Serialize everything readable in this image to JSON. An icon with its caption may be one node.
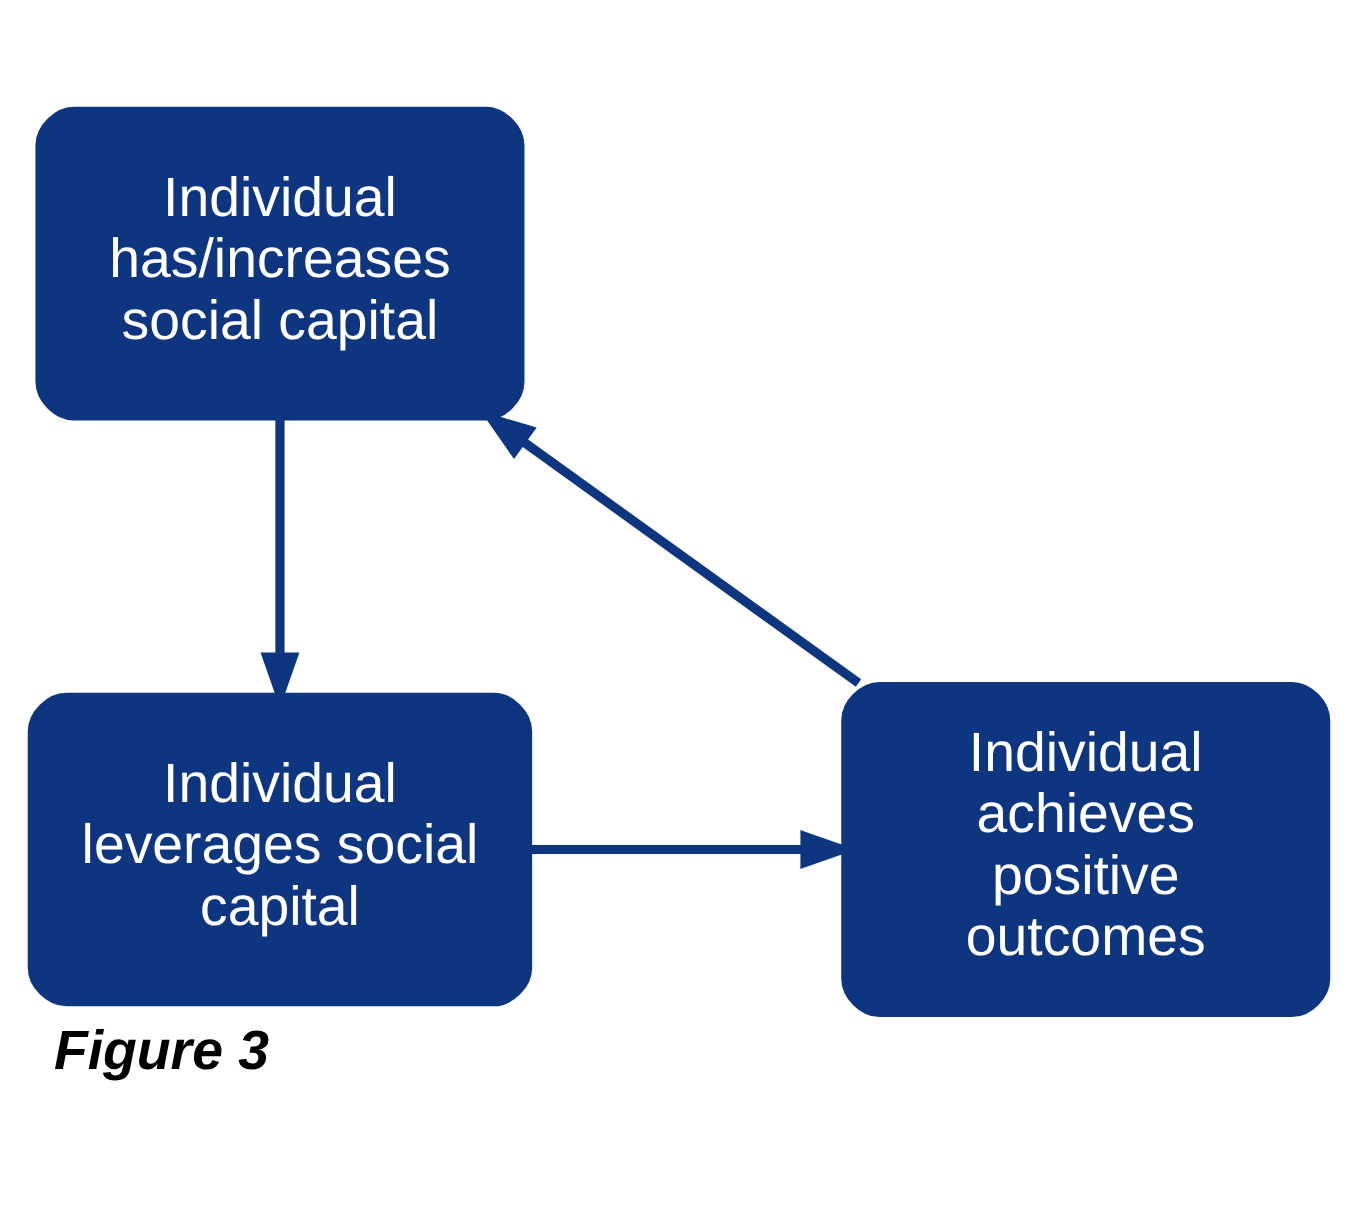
{
  "diagram": {
    "caption": "Figure 3",
    "nodes": [
      {
        "text": [
          "Individual has/increases social capital"
        ]
      },
      {
        "text": [
          "Individual achieves positive outcomes"
        ]
      },
      {
        "text": [
          "Individual leverages social capital"
        ]
      }
    ],
    "edges": [
      {
        "from": 0,
        "to": 2,
        "arrow": "to"
      },
      {
        "from": 2,
        "to": 1,
        "arrow": "to"
      },
      {
        "from": 1,
        "to": 0,
        "arrow": "to"
      }
    ]
  }
}
